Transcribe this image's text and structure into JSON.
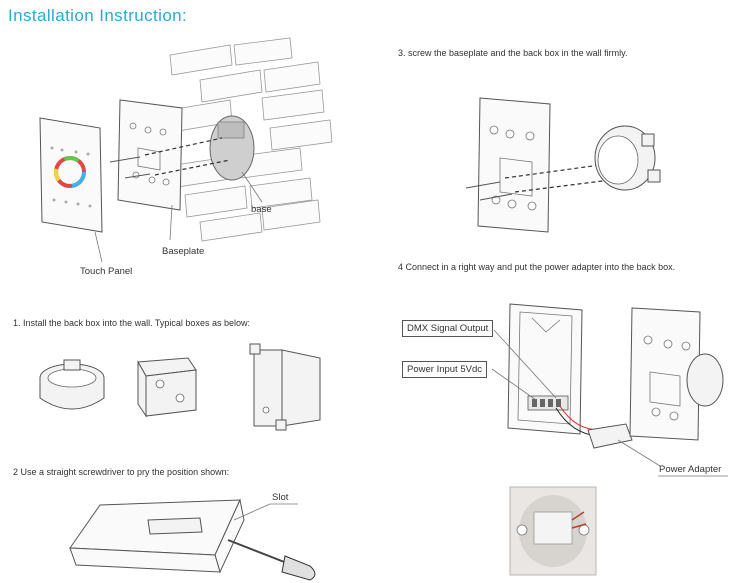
{
  "header": {
    "title": "Installation Instruction:"
  },
  "steps": {
    "step1": "1. Install the back box into the wall. Typical boxes as below:",
    "step2": "2  Use a straight screwdriver to pry the position shown:",
    "step3": "3. screw the baseplate and the back box in the wall firmly.",
    "step4": "4  Connect in a right way and put the power adapter into the back box."
  },
  "labels": {
    "base": "base",
    "baseplate": "Baseplate",
    "touch_panel": "Touch Panel",
    "slot": "Slot",
    "dmx_signal_output": "DMX Signal Output",
    "power_input": "Power Input 5Vdc",
    "power_adapter": "Power Adapter"
  },
  "colors": {
    "title": "#2aa9d6",
    "line": "#555555",
    "label_box": "#333333"
  }
}
